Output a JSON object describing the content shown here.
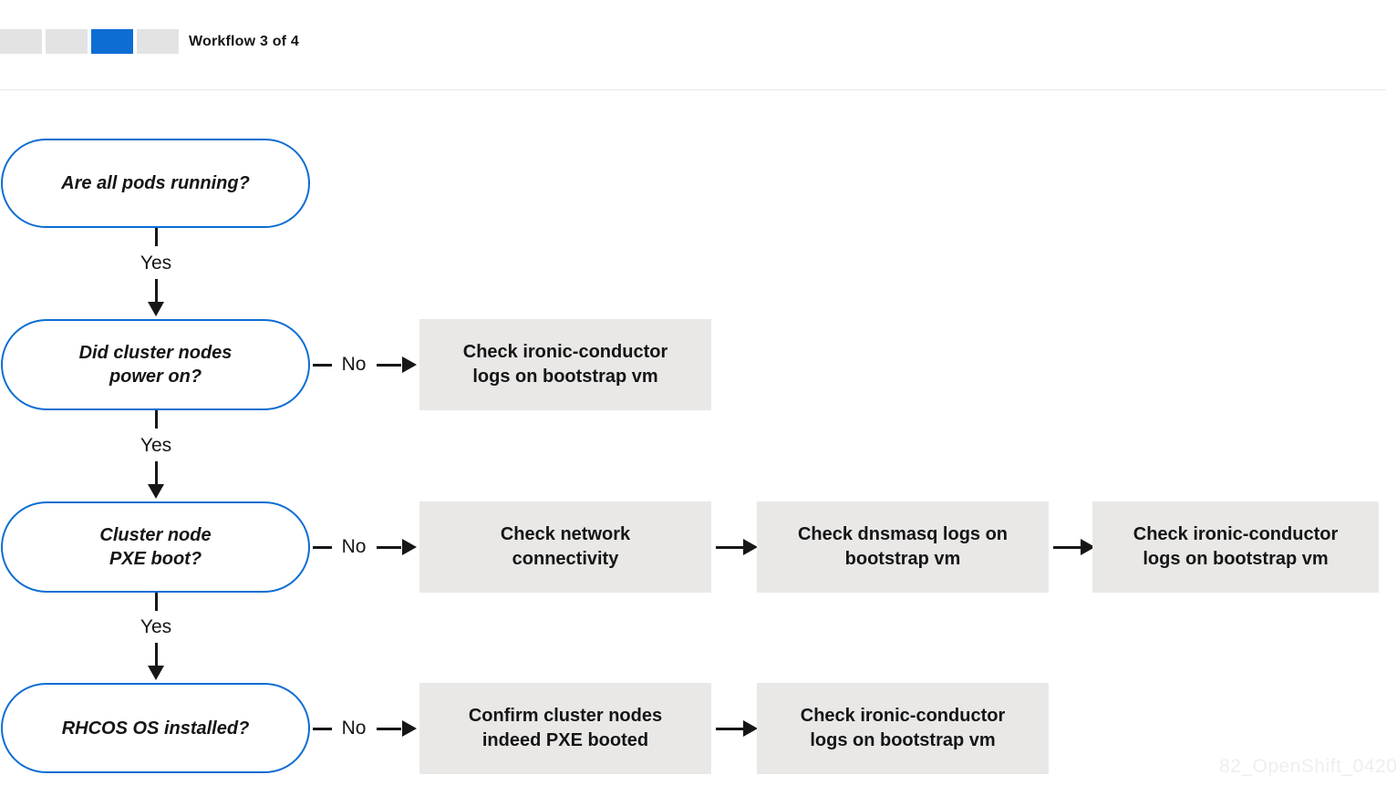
{
  "header": {
    "workflow_label": "Workflow 3 of 4",
    "progress": {
      "total_segments": 4,
      "active_segment": 3
    }
  },
  "labels": {
    "yes": "Yes",
    "no": "No"
  },
  "flowchart": {
    "decisions": [
      {
        "line1": "Are all pods running?",
        "line2": ""
      },
      {
        "line1": "Did cluster nodes",
        "line2": "power on?"
      },
      {
        "line1": "Cluster node",
        "line2": "PXE boot?"
      },
      {
        "line1": "RHCOS OS installed?",
        "line2": ""
      }
    ],
    "actions": {
      "row2": [
        {
          "line1": "Check ironic-conductor",
          "line2": "logs on bootstrap vm"
        }
      ],
      "row3": [
        {
          "line1": "Check network",
          "line2": "connectivity"
        },
        {
          "line1": "Check dnsmasq logs on",
          "line2": "bootstrap vm"
        },
        {
          "line1": "Check ironic-conductor",
          "line2": "logs on bootstrap vm"
        }
      ],
      "row4": [
        {
          "line1": "Confirm cluster nodes",
          "line2": "indeed PXE booted"
        },
        {
          "line1": "Check ironic-conductor",
          "line2": "logs on bootstrap vm"
        }
      ]
    }
  },
  "colors": {
    "accent_blue": "#0d6dd2",
    "action_box_gray": "#e9e8e7",
    "progress_segment_gray": "#e3e3e3",
    "text_dark": "#151515",
    "divider_gray": "#e7e7e7",
    "watermark_gray": "#efeef0"
  },
  "watermark": "82_OpenShift_0420"
}
